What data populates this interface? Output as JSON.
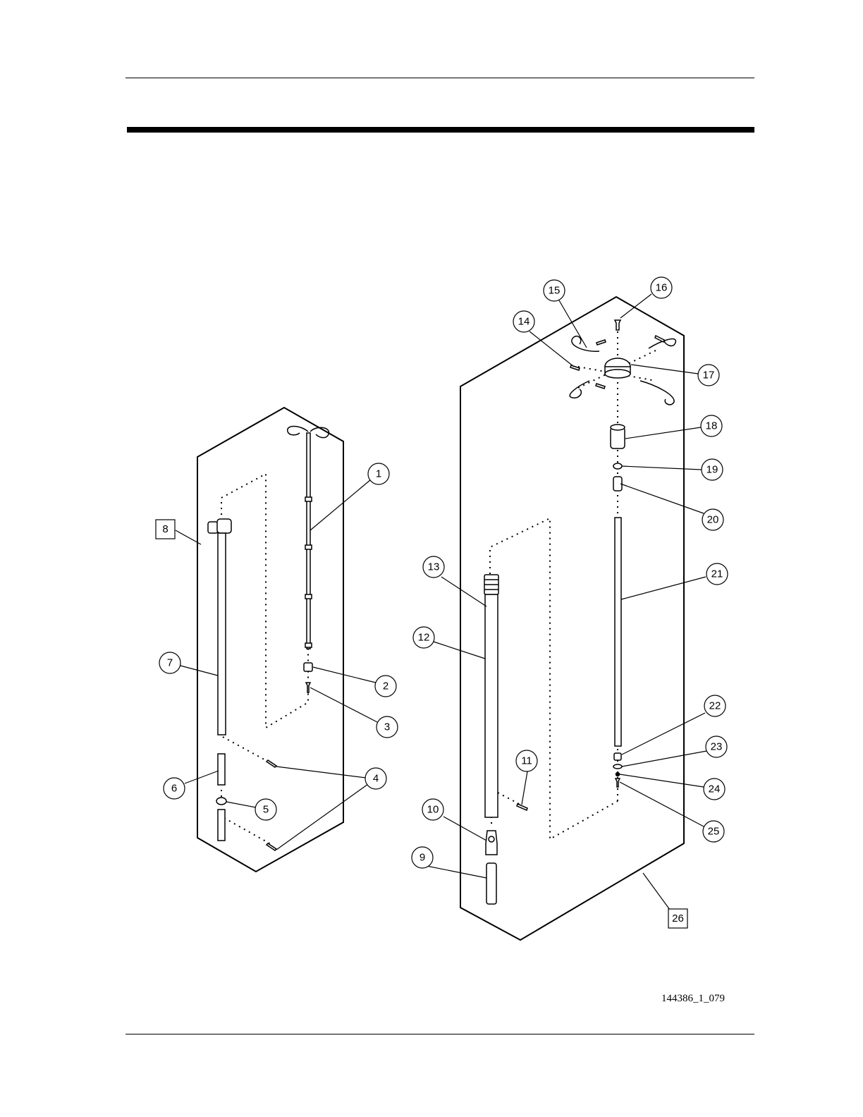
{
  "figure_id": "144386_1_079",
  "callouts": {
    "c1": "1",
    "c2": "2",
    "c3": "3",
    "c4": "4",
    "c5": "5",
    "c6": "6",
    "c7": "7",
    "c8": "8",
    "c9": "9",
    "c10": "10",
    "c11": "11",
    "c12": "12",
    "c13": "13",
    "c14": "14",
    "c15": "15",
    "c16": "16",
    "c17": "17",
    "c18": "18",
    "c19": "19",
    "c20": "20",
    "c21": "21",
    "c22": "22",
    "c23": "23",
    "c24": "24",
    "c25": "25",
    "c26": "26"
  }
}
